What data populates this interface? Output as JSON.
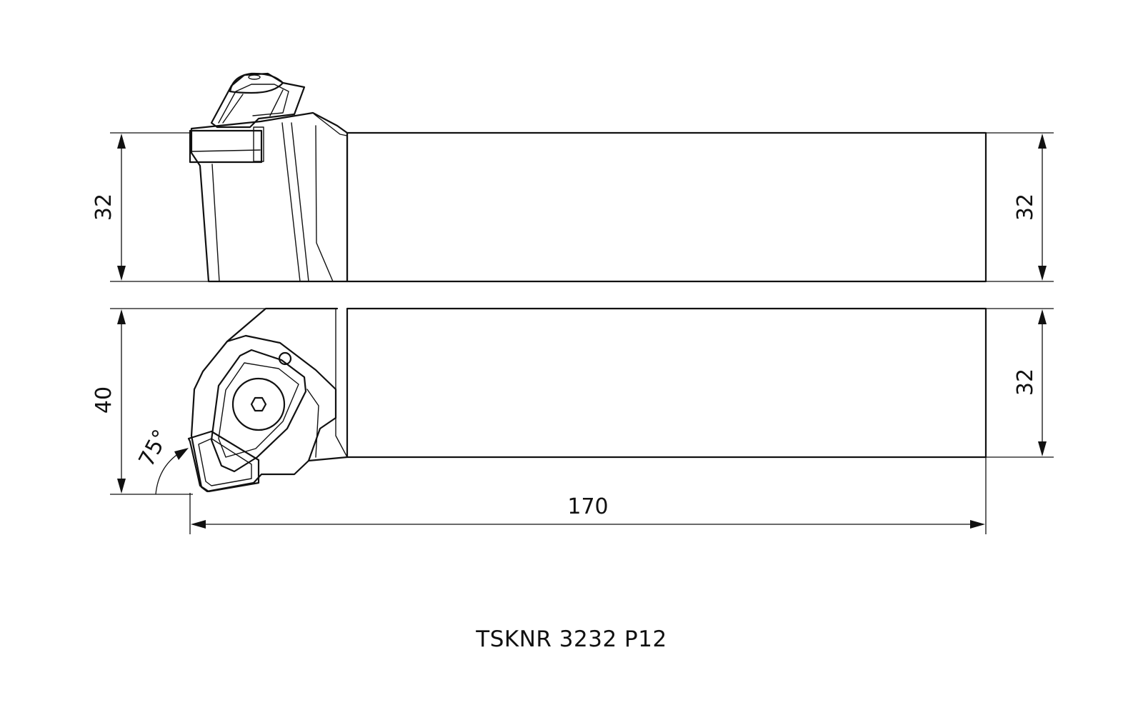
{
  "dimensions": {
    "top_left_height": "32",
    "top_right_height": "32",
    "bottom_left_height": "40",
    "bottom_right_height": "32",
    "overall_length": "170",
    "approach_angle": "75°"
  },
  "caption": "TSKNR 3232 P12"
}
